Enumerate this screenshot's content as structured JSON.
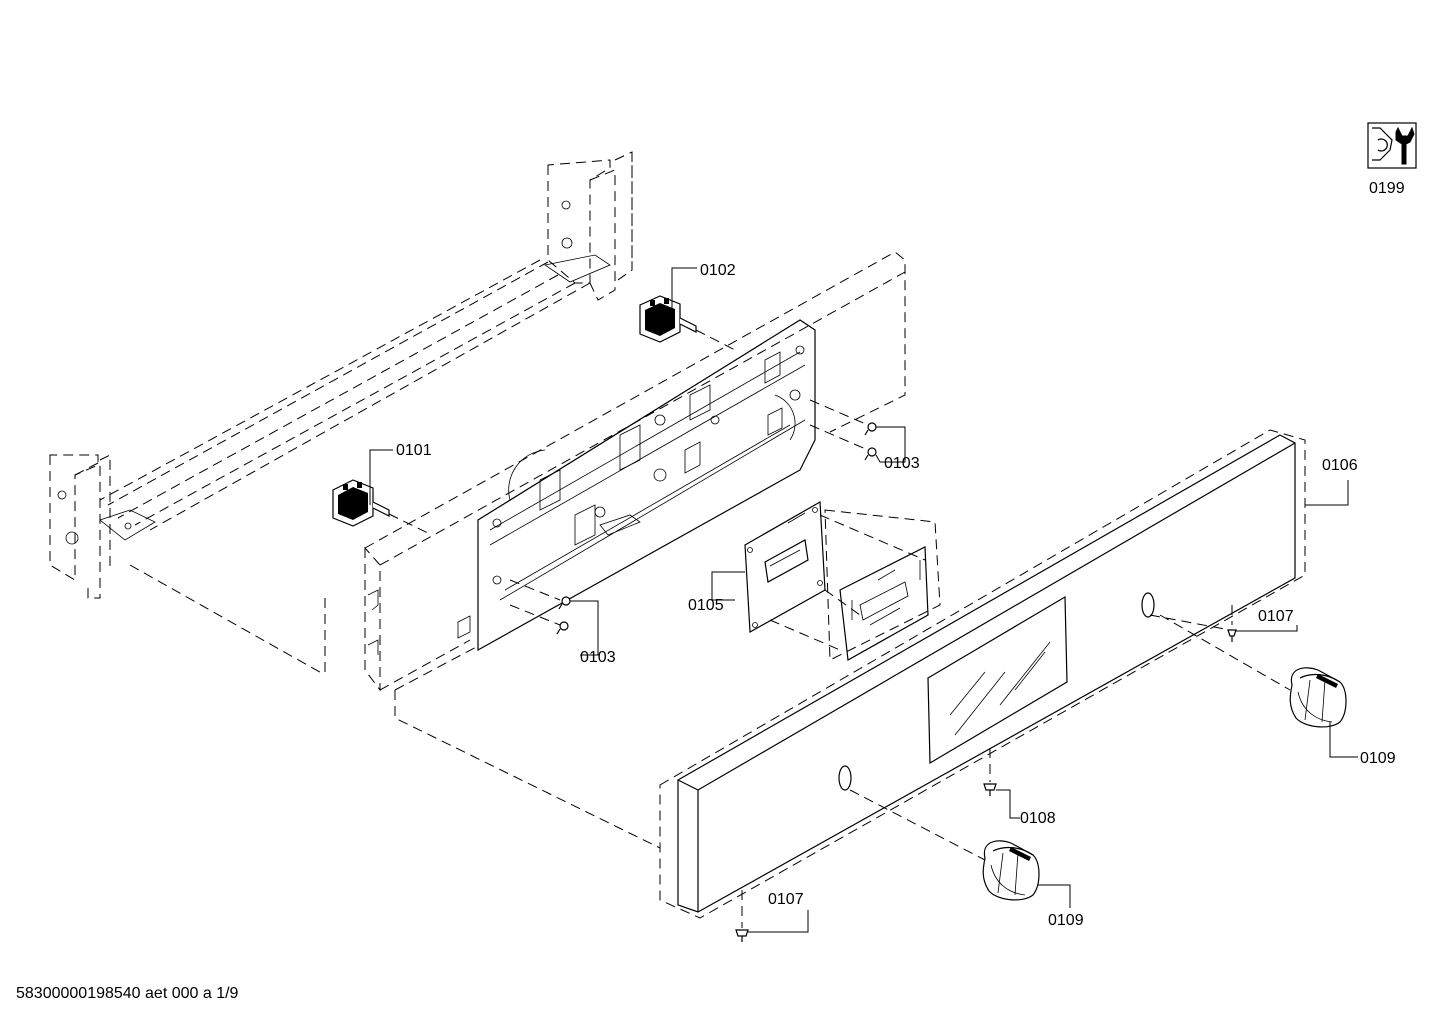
{
  "callouts": {
    "service_tool": "0199",
    "switch_right": "0102",
    "switch_left": "0101",
    "screws_right": "0103",
    "screws_left": "0103",
    "bracket": "0105",
    "panel": "0106",
    "screw_panel_right": "0107",
    "screw_panel_left": "0107",
    "screw_bottom": "0108",
    "knob_right": "0109",
    "knob_left": "0109"
  },
  "footer": {
    "document_code": "58300000198540 aet 000 a 1/9"
  },
  "icons": {
    "service_tool": "wrench-icon"
  }
}
